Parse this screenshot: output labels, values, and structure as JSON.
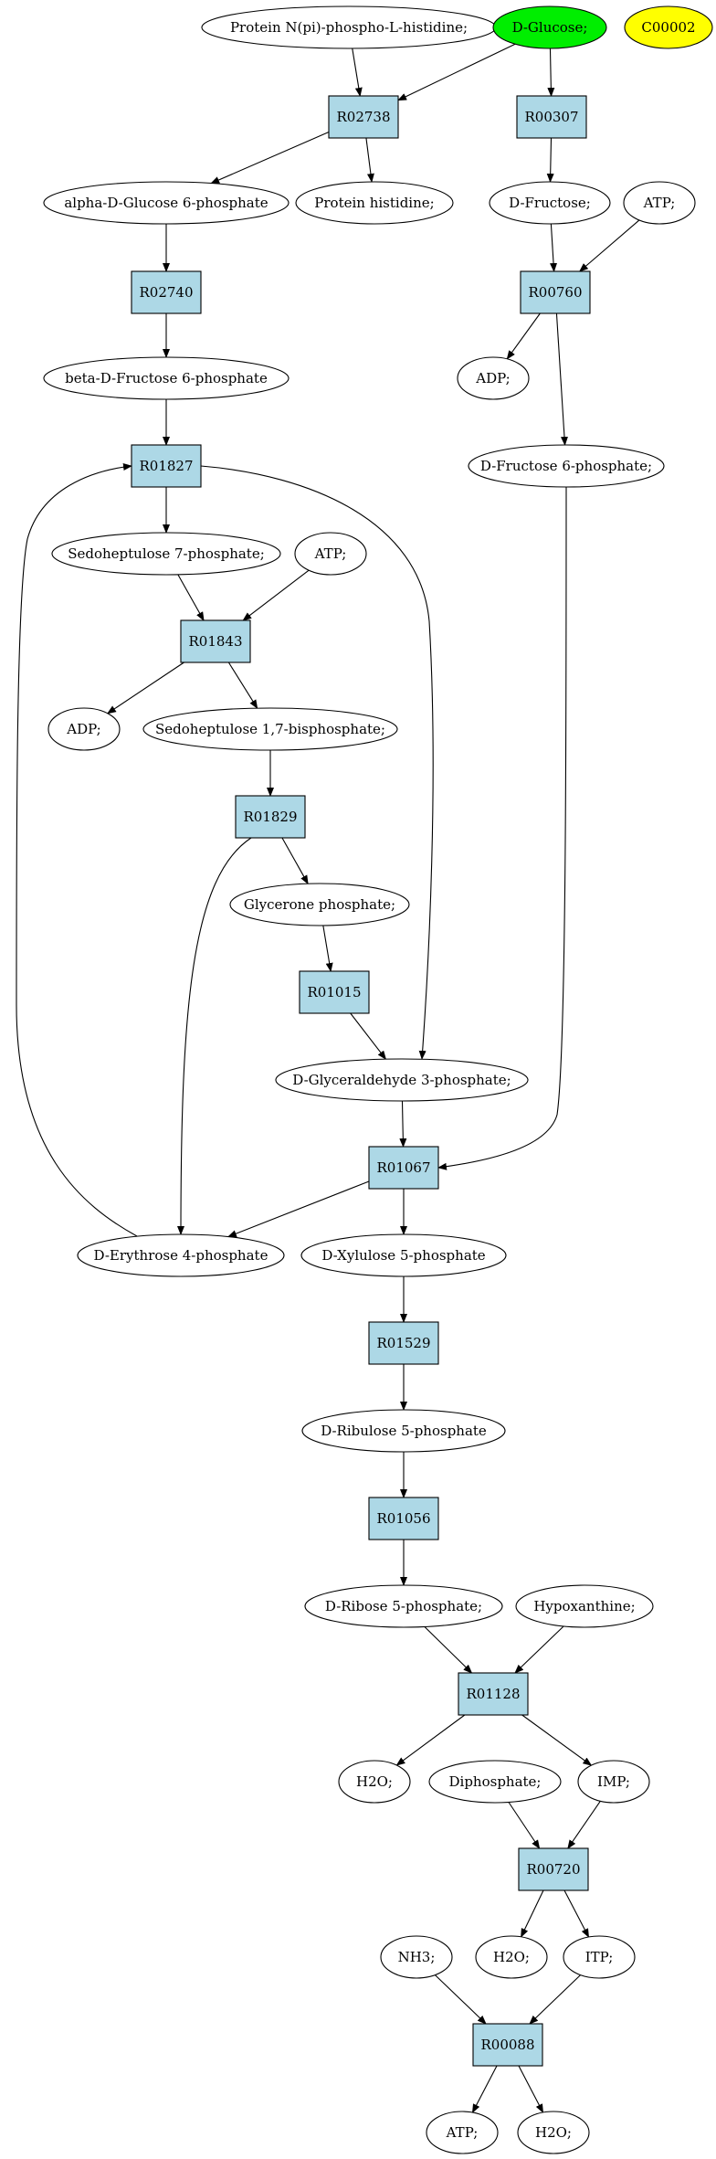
{
  "colors": {
    "reaction_fill": "#add8e6",
    "compound_fill": "#ffffff",
    "start_fill": "#00ee00",
    "highlight_fill": "#ffff00",
    "stroke": "#000000"
  },
  "nodes": {
    "protein_nphospho": {
      "label": "Protein N(pi)-phospho-L-histidine;",
      "kind": "compound"
    },
    "d_glucose": {
      "label": "D-Glucose;",
      "kind": "start"
    },
    "c00002": {
      "label": "C00002",
      "kind": "highlight"
    },
    "r02738": {
      "label": "R02738",
      "kind": "reaction"
    },
    "r00307": {
      "label": "R00307",
      "kind": "reaction"
    },
    "alpha_g6p": {
      "label": "alpha-D-Glucose 6-phosphate",
      "kind": "compound"
    },
    "protein_histidine": {
      "label": "Protein histidine;",
      "kind": "compound"
    },
    "d_fructose": {
      "label": "D-Fructose;",
      "kind": "compound"
    },
    "atp_1": {
      "label": "ATP;",
      "kind": "compound"
    },
    "r02740": {
      "label": "R02740",
      "kind": "reaction"
    },
    "r00760": {
      "label": "R00760",
      "kind": "reaction"
    },
    "beta_f6p": {
      "label": "beta-D-Fructose 6-phosphate",
      "kind": "compound"
    },
    "adp_1": {
      "label": "ADP;",
      "kind": "compound"
    },
    "d_f6p": {
      "label": "D-Fructose 6-phosphate;",
      "kind": "compound"
    },
    "r01827": {
      "label": "R01827",
      "kind": "reaction"
    },
    "sedo_7p": {
      "label": "Sedoheptulose 7-phosphate;",
      "kind": "compound"
    },
    "atp_2": {
      "label": "ATP;",
      "kind": "compound"
    },
    "r01843": {
      "label": "R01843",
      "kind": "reaction"
    },
    "adp_2": {
      "label": "ADP;",
      "kind": "compound"
    },
    "sedo_17bp": {
      "label": "Sedoheptulose 1,7-bisphosphate;",
      "kind": "compound"
    },
    "r01829": {
      "label": "R01829",
      "kind": "reaction"
    },
    "glycerone_p": {
      "label": "Glycerone phosphate;",
      "kind": "compound"
    },
    "r01015": {
      "label": "R01015",
      "kind": "reaction"
    },
    "g3p": {
      "label": "D-Glyceraldehyde 3-phosphate;",
      "kind": "compound"
    },
    "r01067": {
      "label": "R01067",
      "kind": "reaction"
    },
    "erythrose_4p": {
      "label": "D-Erythrose 4-phosphate",
      "kind": "compound"
    },
    "xylulose_5p": {
      "label": "D-Xylulose 5-phosphate",
      "kind": "compound"
    },
    "r01529": {
      "label": "R01529",
      "kind": "reaction"
    },
    "ribulose_5p": {
      "label": "D-Ribulose 5-phosphate",
      "kind": "compound"
    },
    "r01056": {
      "label": "R01056",
      "kind": "reaction"
    },
    "ribose_5p": {
      "label": "D-Ribose 5-phosphate;",
      "kind": "compound"
    },
    "hypoxanthine": {
      "label": "Hypoxanthine;",
      "kind": "compound"
    },
    "r01128": {
      "label": "R01128",
      "kind": "reaction"
    },
    "h2o_1": {
      "label": "H2O;",
      "kind": "compound"
    },
    "diphosphate": {
      "label": "Diphosphate;",
      "kind": "compound"
    },
    "imp": {
      "label": "IMP;",
      "kind": "compound"
    },
    "r00720": {
      "label": "R00720",
      "kind": "reaction"
    },
    "nh3": {
      "label": "NH3;",
      "kind": "compound"
    },
    "h2o_2": {
      "label": "H2O;",
      "kind": "compound"
    },
    "itp": {
      "label": "ITP;",
      "kind": "compound"
    },
    "r00088": {
      "label": "R00088",
      "kind": "reaction"
    },
    "atp_3": {
      "label": "ATP;",
      "kind": "compound"
    },
    "h2o_3": {
      "label": "H2O;",
      "kind": "compound"
    }
  }
}
